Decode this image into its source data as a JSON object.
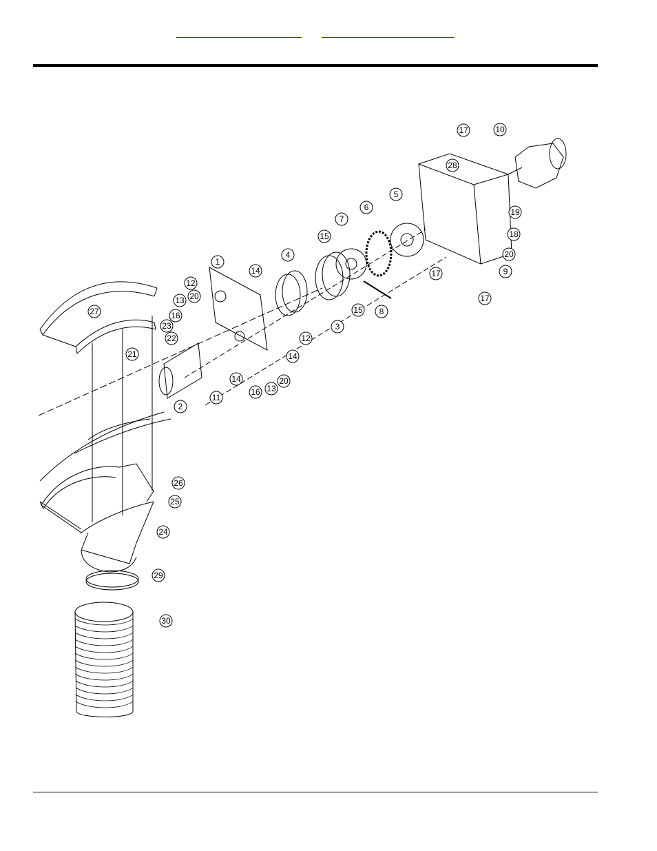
{
  "header": {
    "link1_text": "",
    "link2_text": ""
  },
  "diagram": {
    "callouts": [
      {
        "id": "c1",
        "label": "1"
      },
      {
        "id": "c2",
        "label": "2"
      },
      {
        "id": "c3",
        "label": "3"
      },
      {
        "id": "c4",
        "label": "4"
      },
      {
        "id": "c5",
        "label": "5"
      },
      {
        "id": "c6",
        "label": "6"
      },
      {
        "id": "c7",
        "label": "7"
      },
      {
        "id": "c8",
        "label": "8"
      },
      {
        "id": "c9",
        "label": "9"
      },
      {
        "id": "c10",
        "label": "10"
      },
      {
        "id": "c11",
        "label": "11"
      },
      {
        "id": "c12a",
        "label": "12"
      },
      {
        "id": "c12b",
        "label": "12"
      },
      {
        "id": "c13a",
        "label": "13"
      },
      {
        "id": "c13b",
        "label": "13"
      },
      {
        "id": "c14a",
        "label": "14"
      },
      {
        "id": "c14b",
        "label": "14"
      },
      {
        "id": "c14c",
        "label": "14"
      },
      {
        "id": "c15a",
        "label": "15"
      },
      {
        "id": "c15b",
        "label": "15"
      },
      {
        "id": "c16a",
        "label": "16"
      },
      {
        "id": "c16b",
        "label": "16"
      },
      {
        "id": "c17a",
        "label": "17"
      },
      {
        "id": "c17b",
        "label": "17"
      },
      {
        "id": "c17c",
        "label": "17"
      },
      {
        "id": "c18",
        "label": "18"
      },
      {
        "id": "c19",
        "label": "19"
      },
      {
        "id": "c20a",
        "label": "20"
      },
      {
        "id": "c20b",
        "label": "20"
      },
      {
        "id": "c20c",
        "label": "20"
      },
      {
        "id": "c21",
        "label": "21"
      },
      {
        "id": "c22",
        "label": "22"
      },
      {
        "id": "c23",
        "label": "23"
      },
      {
        "id": "c24",
        "label": "24"
      },
      {
        "id": "c25",
        "label": "25"
      },
      {
        "id": "c26",
        "label": "26"
      },
      {
        "id": "c27",
        "label": "27"
      },
      {
        "id": "c28",
        "label": "28"
      },
      {
        "id": "c29",
        "label": "29"
      },
      {
        "id": "c30",
        "label": "30"
      }
    ]
  }
}
